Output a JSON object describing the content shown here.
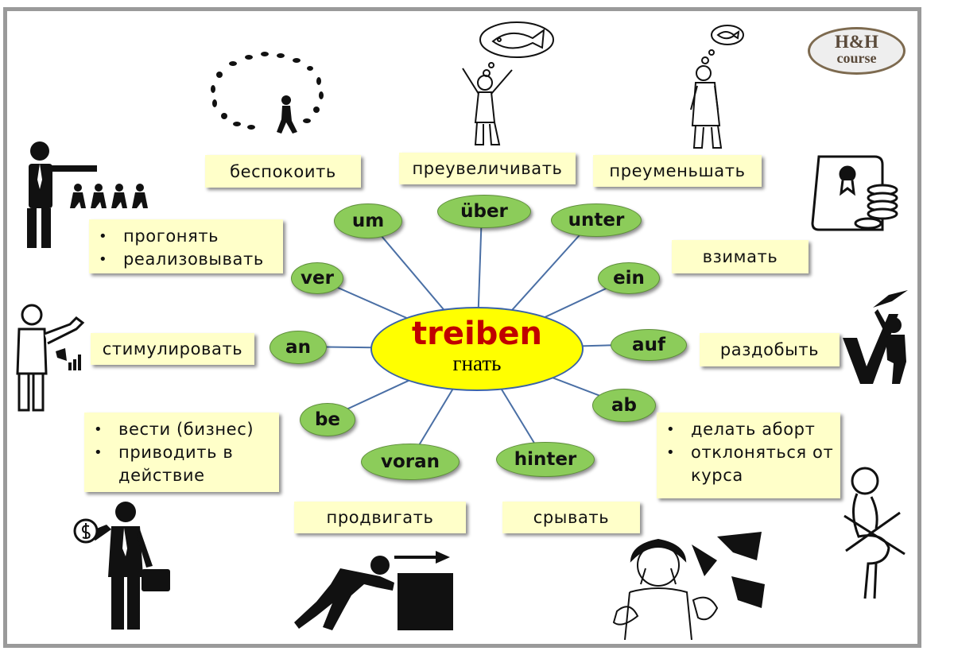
{
  "center": {
    "word": "treiben",
    "translation": "гнать"
  },
  "logo": {
    "line1": "H&H",
    "line2": "course"
  },
  "prefixes": [
    "um",
    "über",
    "unter",
    "ver",
    "ein",
    "an",
    "auf",
    "be",
    "ab",
    "voran",
    "hinter"
  ],
  "meanings": {
    "um": [
      "беспокоить"
    ],
    "ueber": [
      "преувеличивать"
    ],
    "unter": [
      "преуменьшать"
    ],
    "ver": [
      "прогонять",
      "реализовывать"
    ],
    "ein": [
      "взимать"
    ],
    "an": [
      "стимулировать"
    ],
    "auf": [
      "раздобыть"
    ],
    "be": [
      "вести (бизнес)",
      "приводить в действие"
    ],
    "ab": [
      "делать аборт",
      "отклоняться от курса"
    ],
    "voran": [
      "продвигать"
    ],
    "hinter": [
      "срывать"
    ]
  }
}
